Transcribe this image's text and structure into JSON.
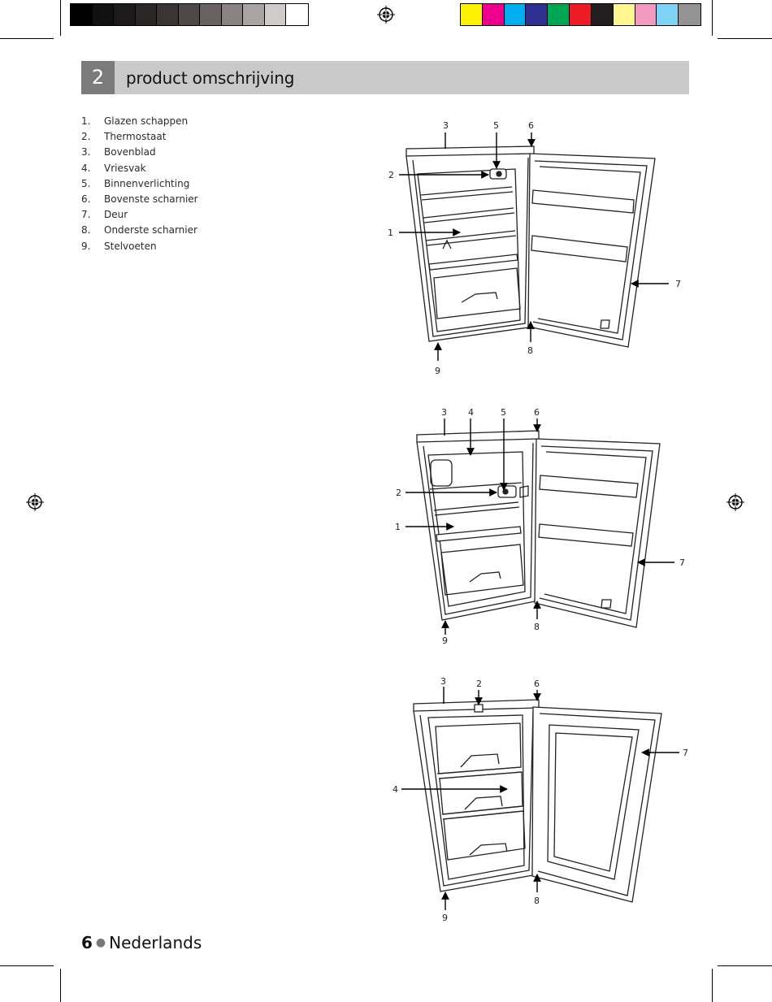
{
  "section": {
    "number": "2",
    "title": "product omschrijving"
  },
  "parts": [
    {
      "n": "1.",
      "label": "Glazen schappen"
    },
    {
      "n": "2.",
      "label": "Thermostaat"
    },
    {
      "n": "3.",
      "label": "Bovenblad"
    },
    {
      "n": "4.",
      "label": "Vriesvak"
    },
    {
      "n": "5.",
      "label": "Binnenverlichting"
    },
    {
      "n": "6.",
      "label": "Bovenste scharnier"
    },
    {
      "n": "7.",
      "label": "Deur"
    },
    {
      "n": "8.",
      "label": "Onderste scharnier"
    },
    {
      "n": "9.",
      "label": "Stelvoeten"
    }
  ],
  "diagrams": {
    "fridge1": {
      "l1": "1",
      "l2": "2",
      "l3": "3",
      "l5": "5",
      "l6": "6",
      "l7": "7",
      "l8": "8",
      "l9": "9"
    },
    "fridge2": {
      "l1": "1",
      "l2": "2",
      "l3": "3",
      "l4": "4",
      "l5": "5",
      "l6": "6",
      "l7": "7",
      "l8": "8",
      "l9": "9"
    },
    "fridge3": {
      "l2": "2",
      "l3": "3",
      "l4": "4",
      "l6": "6",
      "l7": "7",
      "l8": "8",
      "l9": "9"
    }
  },
  "footer": {
    "page": "6",
    "language": "Nederlands"
  },
  "colors": {
    "gray_ramp": [
      "#000000",
      "#111111",
      "#1c1a1a",
      "#2a2626",
      "#3a3434",
      "#4f4848",
      "#6a6262",
      "#8a8282",
      "#aaa3a3",
      "#d0cbcb",
      "#ffffff"
    ],
    "process": [
      "#fff200",
      "#ec008c",
      "#00aeef",
      "#2e3192",
      "#00a651",
      "#ed1c24",
      "#231f20",
      "#fff68f",
      "#f49ac1",
      "#7fd3f7",
      "#939393"
    ],
    "header_band": "#c9c9c9",
    "header_number_box": "#7b7b7b"
  }
}
